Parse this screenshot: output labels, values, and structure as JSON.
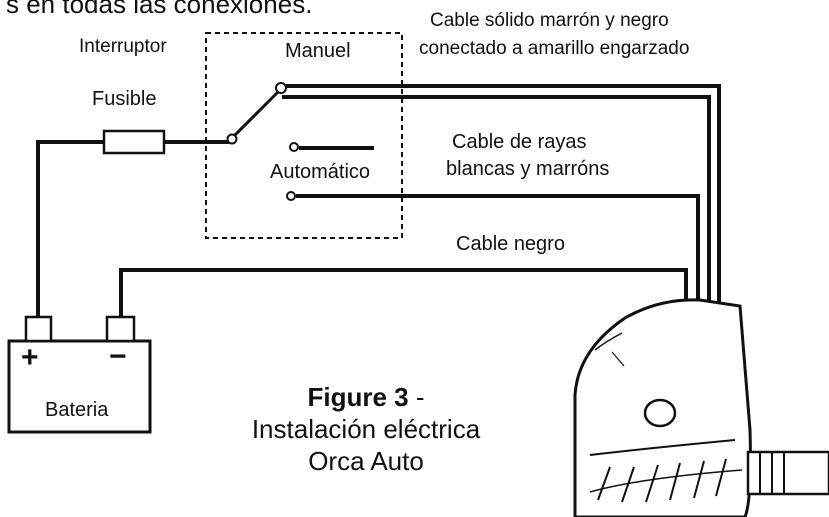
{
  "header_text": "s en todas las conexiones.",
  "labels": {
    "interruptor": "Interruptor",
    "manuel": "Manuel",
    "fusible": "Fusible",
    "automatico": "Automático",
    "solid_cable_line1": "Cable sólido marrón y negro",
    "solid_cable_line2": "conectado a amarillo engarzado",
    "striped_cable_line1": "Cable de rayas",
    "striped_cable_line2": "blancas y marróns",
    "black_cable": "Cable negro",
    "plus": "+",
    "minus": "−",
    "battery": "Bateria"
  },
  "caption": {
    "figure": "Figure 3",
    "dash": " -",
    "line2": "Instalación eléctrica",
    "line3": "Orca Auto"
  }
}
